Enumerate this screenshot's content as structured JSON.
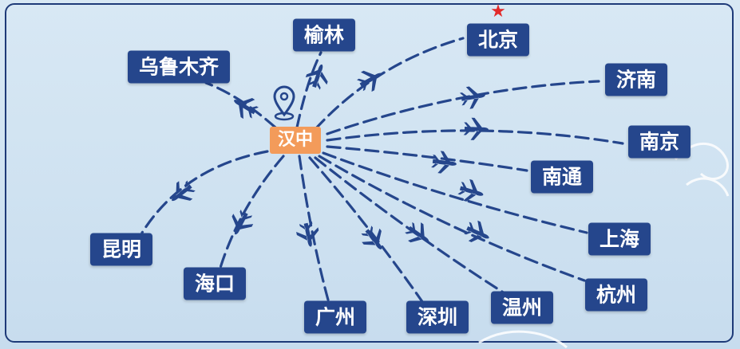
{
  "hub": {
    "name": "汉中"
  },
  "capital_marker": {
    "symbol": "★",
    "color": "#e22a2a"
  },
  "hub_marker": {
    "icon": "location-pin-icon"
  },
  "colors": {
    "route": "#25468c",
    "label_bg": "#25468c",
    "hub_bg": "#f39b5a"
  },
  "destinations": [
    {
      "id": "yulin",
      "name": "榆林"
    },
    {
      "id": "beijing",
      "name": "北京"
    },
    {
      "id": "urumqi",
      "name": "乌鲁木齐"
    },
    {
      "id": "jinan",
      "name": "济南"
    },
    {
      "id": "nanjing",
      "name": "南京"
    },
    {
      "id": "nantong",
      "name": "南通"
    },
    {
      "id": "shanghai",
      "name": "上海"
    },
    {
      "id": "hangzhou",
      "name": "杭州"
    },
    {
      "id": "wenzhou",
      "name": "温州"
    },
    {
      "id": "shenzhen",
      "name": "深圳"
    },
    {
      "id": "guangzhou",
      "name": "广州"
    },
    {
      "id": "haikou",
      "name": "海口"
    },
    {
      "id": "kunming",
      "name": "昆明"
    }
  ]
}
